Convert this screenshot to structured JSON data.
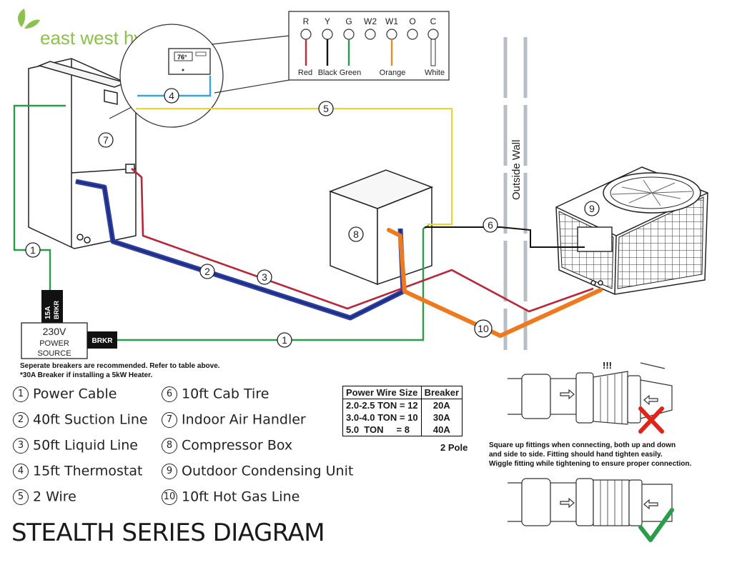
{
  "brand": {
    "name": "east west hydro",
    "color": "#8bc34a"
  },
  "thermostat": {
    "display": "76°",
    "terminals": [
      "R",
      "Y",
      "G",
      "W2",
      "W1",
      "O",
      "C"
    ],
    "wire_colors": [
      "Red",
      "Black",
      "Green",
      "Orange",
      "White"
    ],
    "wire_hex": {
      "Red": "#c62b3a",
      "Black": "#111111",
      "Green": "#2a9d4b",
      "Orange": "#f08a24",
      "White": "#ffffff"
    }
  },
  "labels": {
    "outside_wall": "Outside Wall",
    "voltage": "230V",
    "power_source_line1": "POWER",
    "power_source_line2": "SOURCE",
    "breaker_15a": "15A",
    "breaker_brkr": "BRKR",
    "breaker_main": "BRKR"
  },
  "callouts": [
    "1",
    "2",
    "3",
    "4",
    "5",
    "6",
    "7",
    "8",
    "9",
    "10"
  ],
  "notes": {
    "breakers": "Seperate breakers are recommended. Refer to table above.",
    "heater": "*30A Breaker if installing a 5kW Heater.",
    "fitting_1": "Square up fittings when connecting, both up and down",
    "fitting_2": "and side to side. Fitting should hand tighten easily.",
    "fitting_3": "Wiggle fitting while tightening to ensure proper connection.",
    "warning_marks": "!!!"
  },
  "legend": [
    {
      "num": "1",
      "label": "Power Cable"
    },
    {
      "num": "2",
      "label": "40ft Suction Line"
    },
    {
      "num": "3",
      "label": "50ft Liquid Line"
    },
    {
      "num": "4",
      "label": "15ft Thermostat"
    },
    {
      "num": "5",
      "label": "2 Wire"
    },
    {
      "num": "6",
      "label": "10ft Cab Tire"
    },
    {
      "num": "7",
      "label": "Indoor Air Handler"
    },
    {
      "num": "8",
      "label": "Compressor Box"
    },
    {
      "num": "9",
      "label": "Outdoor Condensing Unit"
    },
    {
      "num": "10",
      "label": "10ft Hot Gas Line"
    }
  ],
  "power_table": {
    "headers": [
      "Power Wire Size",
      "Breaker"
    ],
    "rows": [
      [
        "2.0-2.5 TON = 12",
        "20A"
      ],
      [
        "3.0-4.0 TON = 10",
        "30A"
      ],
      [
        "5.0  TON     = 8",
        "40A"
      ]
    ],
    "footer": "2 Pole"
  },
  "title": "STEALTH SERIES DIAGRAM"
}
